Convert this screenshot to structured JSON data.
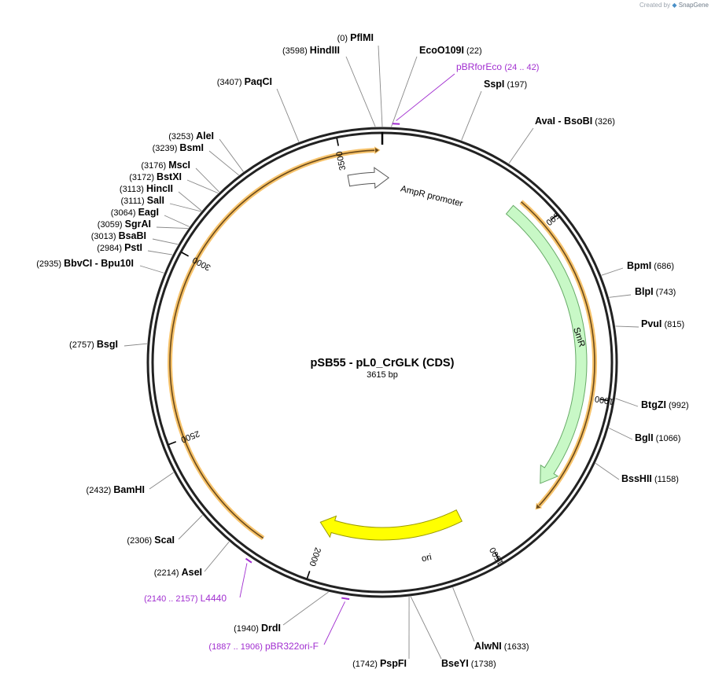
{
  "credit": {
    "prefix": "Created by",
    "brand": "SnapGene"
  },
  "plasmid": {
    "name": "pSB55 - pL0_CrGLK (CDS)",
    "length_label": "3615 bp",
    "length": 3615
  },
  "ticks": [
    {
      "pos": 500,
      "label": "500"
    },
    {
      "pos": 1000,
      "label": "1000"
    },
    {
      "pos": 1500,
      "label": "1500"
    },
    {
      "pos": 2000,
      "label": "2000"
    },
    {
      "pos": 2500,
      "label": "2500"
    },
    {
      "pos": 3000,
      "label": "3000"
    },
    {
      "pos": 3500,
      "label": "3500"
    }
  ],
  "features": [
    {
      "name": "AmpR promoter",
      "start": 3510,
      "end": 20,
      "color": "#ffffff",
      "stroke": "#555555"
    },
    {
      "name": "SmR",
      "start": 400,
      "end": 1280,
      "color": "#c8f8c6",
      "stroke": "#66aa66"
    },
    {
      "name": "ori",
      "start": 1540,
      "end": 2020,
      "color": "#ffff00",
      "stroke": "#999900"
    }
  ],
  "orange_arcs": [
    {
      "start": 410,
      "end": 1330
    },
    {
      "start": 2150,
      "end": 3595
    }
  ],
  "sites": [
    {
      "name": "PflMI",
      "pos": "(0)"
    },
    {
      "name": "EcoO109I",
      "pos": "(22)"
    },
    {
      "name": "SspI",
      "pos": "(197)"
    },
    {
      "name": "AvaI",
      "name2": "BsoBI",
      "pos": "(326)"
    },
    {
      "name": "BpmI",
      "pos": "(686)"
    },
    {
      "name": "BlpI",
      "pos": "(743)"
    },
    {
      "name": "PvuI",
      "pos": "(815)"
    },
    {
      "name": "BtgZI",
      "pos": "(992)"
    },
    {
      "name": "BglI",
      "pos": "(1066)"
    },
    {
      "name": "BssHII",
      "pos": "(1158)"
    },
    {
      "name": "AlwNI",
      "pos": "(1633)"
    },
    {
      "name": "BseYI",
      "pos": "(1738)"
    },
    {
      "name": "PspFI",
      "pos": "(1742)"
    },
    {
      "name": "DrdI",
      "pos": "(1940)"
    },
    {
      "name": "AseI",
      "pos": "(2214)"
    },
    {
      "name": "ScaI",
      "pos": "(2306)"
    },
    {
      "name": "BamHI",
      "pos": "(2432)"
    },
    {
      "name": "BsgI",
      "pos": "(2757)"
    },
    {
      "name": "BbvCI",
      "name2": "Bpu10I",
      "pos": "(2935)"
    },
    {
      "name": "PstI",
      "pos": "(2984)"
    },
    {
      "name": "BsaBI",
      "pos": "(3013)"
    },
    {
      "name": "SgrAI",
      "pos": "(3059)"
    },
    {
      "name": "EagI",
      "pos": "(3064)"
    },
    {
      "name": "SalI",
      "pos": "(3111)"
    },
    {
      "name": "HincII",
      "pos": "(3113)"
    },
    {
      "name": "BstXI",
      "pos": "(3172)"
    },
    {
      "name": "MscI",
      "pos": "(3176)"
    },
    {
      "name": "BsmI",
      "pos": "(3239)"
    },
    {
      "name": "AleI",
      "pos": "(3253)"
    },
    {
      "name": "PaqCI",
      "pos": "(3407)"
    },
    {
      "name": "HindIII",
      "pos": "(3598)"
    }
  ],
  "primers": [
    {
      "name": "pBRforEco",
      "range": "(24 .. 42)"
    },
    {
      "name": "L4440",
      "range": "(2140 .. 2157)"
    },
    {
      "name": "pBR322ori-F",
      "range": "(1887 .. 1906)"
    }
  ]
}
